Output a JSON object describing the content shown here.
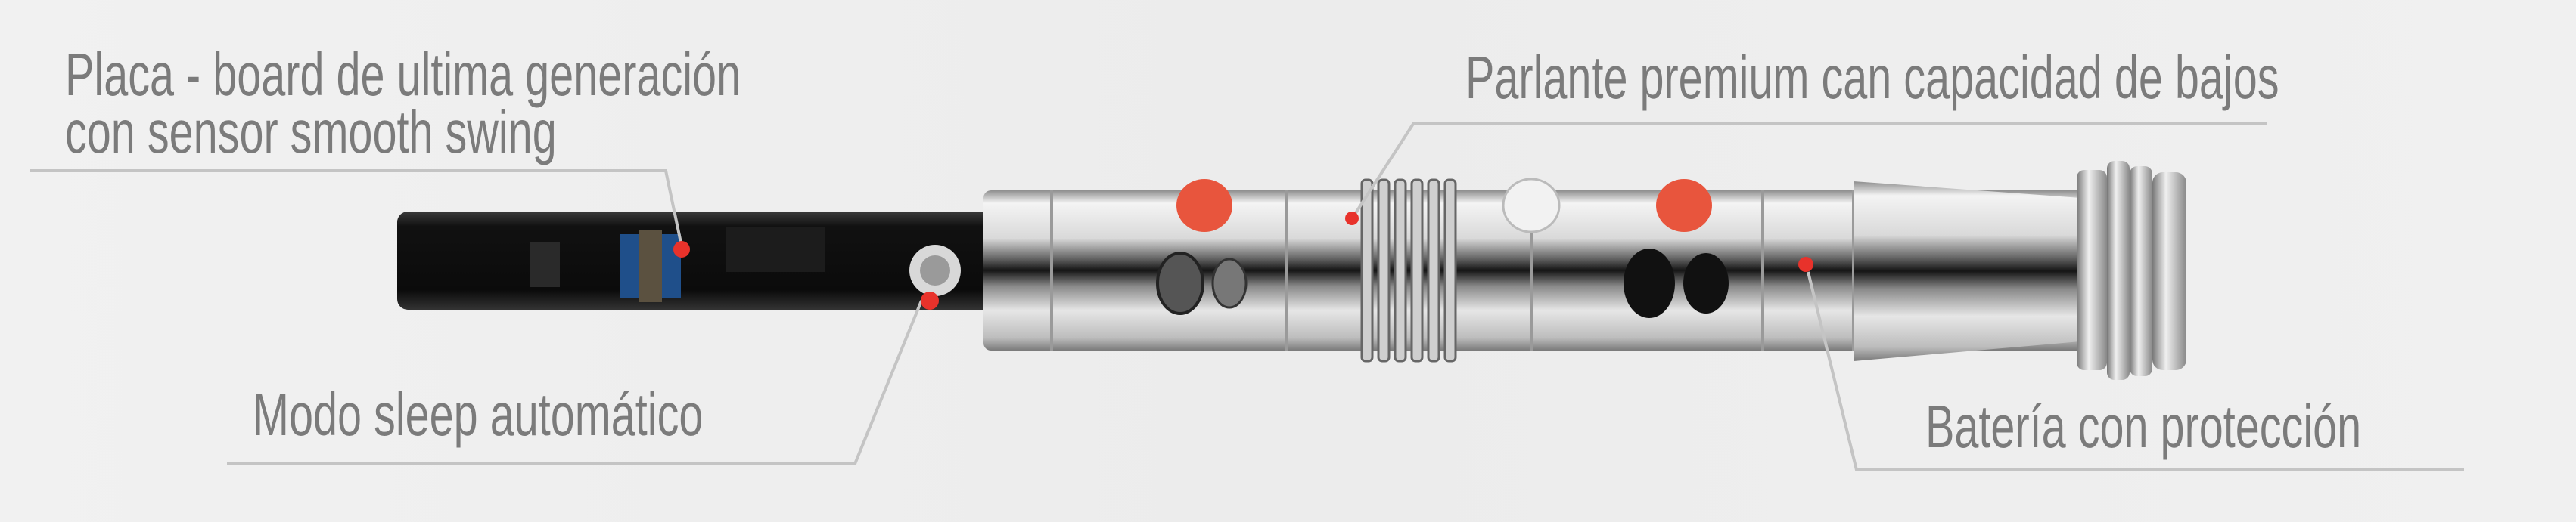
{
  "annotations": {
    "board": {
      "line1": "Placa - board de ultima generación",
      "line2": "con sensor smooth swing"
    },
    "sleep": {
      "label": "Modo sleep automático"
    },
    "speaker": {
      "label": "Parlante premium can capacidad de bajos"
    },
    "battery": {
      "label": "Batería con protección"
    }
  },
  "colors": {
    "text": "#7b7b7b",
    "marker": "#e8322b",
    "button_red": "#e8553d",
    "button_white": "#f2f2f2"
  }
}
